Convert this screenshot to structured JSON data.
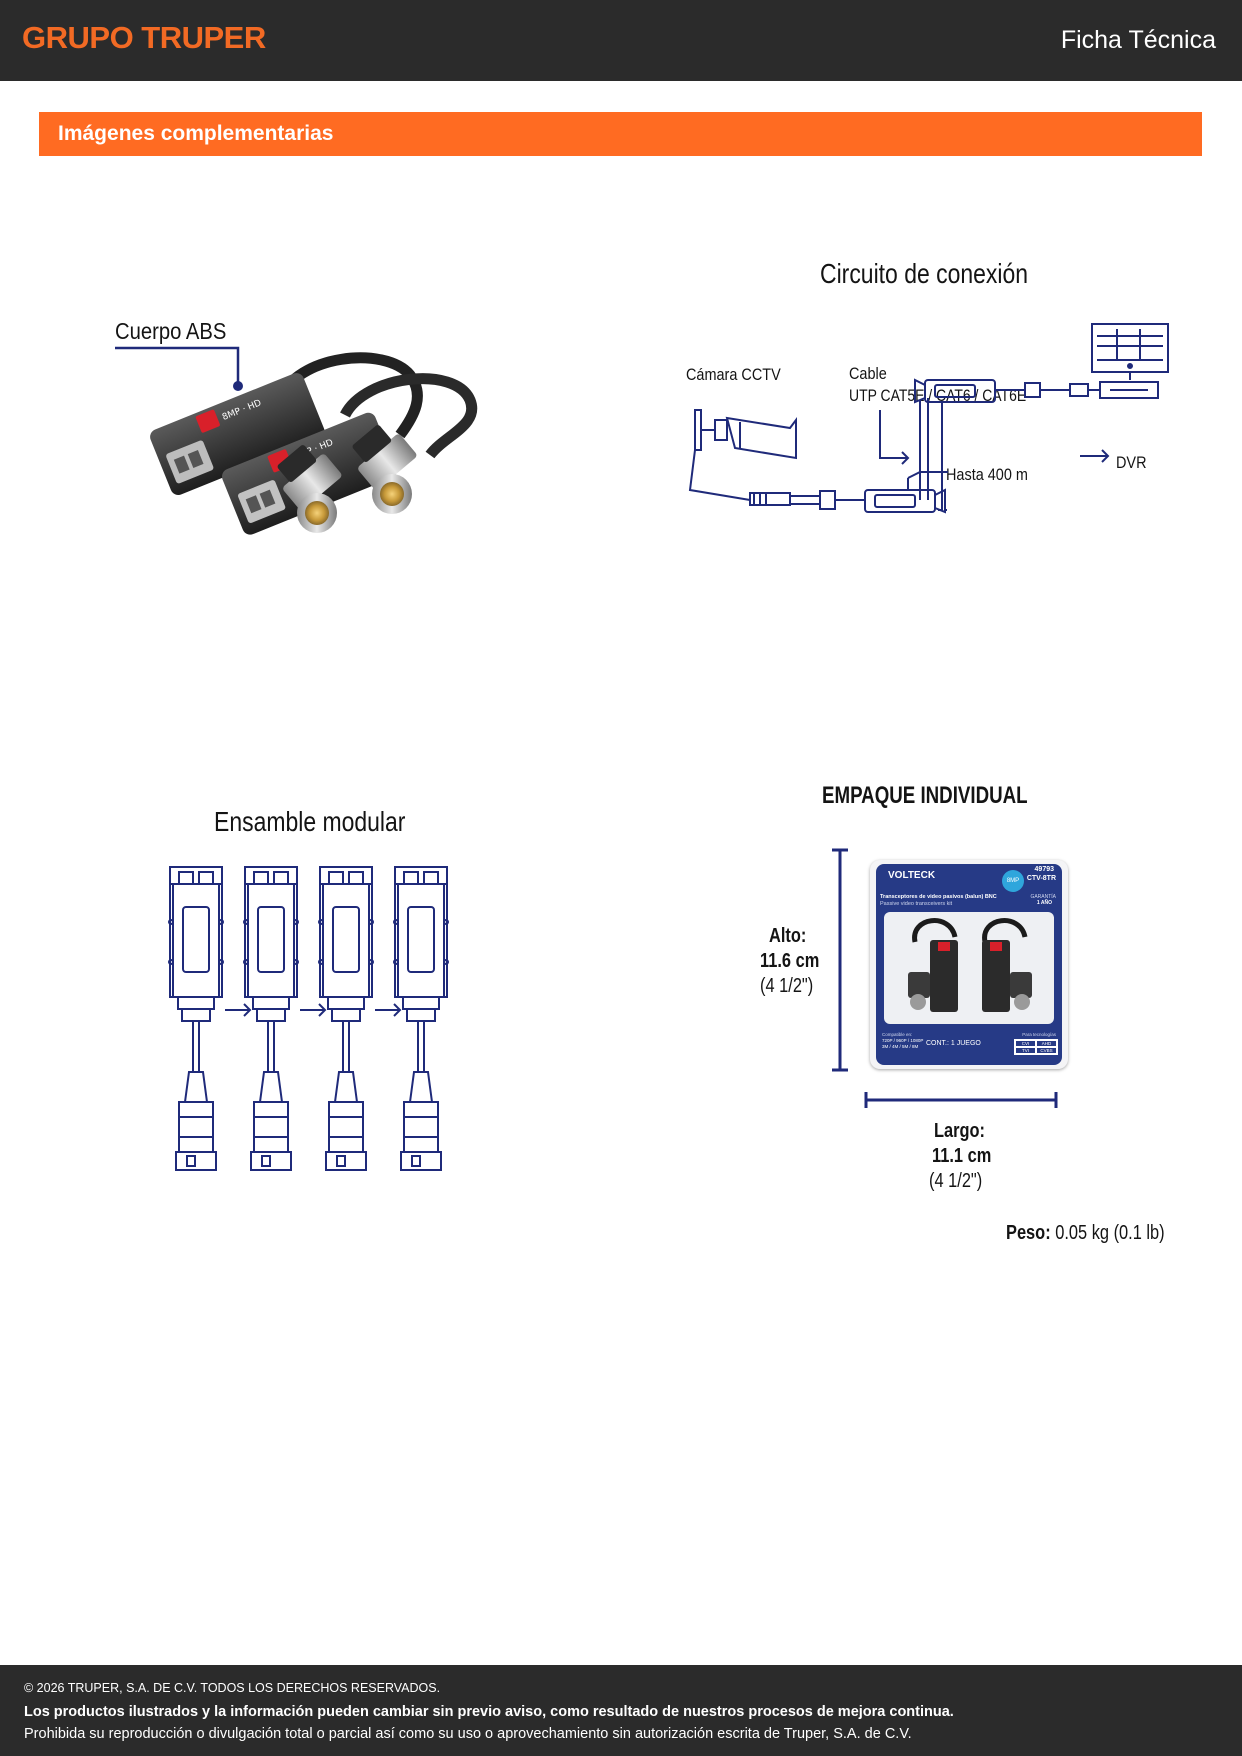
{
  "header": {
    "brand": "GRUPO TRUPER",
    "doc_type": "Ficha Técnica"
  },
  "section": {
    "title": "Imágenes complementarias"
  },
  "images": {
    "body_label": "Cuerpo ABS",
    "circuit": {
      "title": "Circuito de conexión",
      "camera_label": "Cámara CCTV",
      "cable_label_1": "Cable",
      "cable_label_2": "UTP CAT5E / CAT6 / CAT6E",
      "distance_label": "Hasta 400 m",
      "dvr_label": "DVR"
    },
    "modular": {
      "title": "Ensamble modular"
    },
    "package": {
      "title": "EMPAQUE INDIVIDUAL",
      "height_label": "Alto:",
      "height_cm": "11.6 cm",
      "height_in": "(4 1/2\")",
      "width_label": "Largo:",
      "width_cm": "11.1 cm",
      "width_in": "(4 1/2\")",
      "weight_label": "Peso:",
      "weight_value": "0.05 kg (0.1 lb)",
      "box": {
        "brand": "VOLTECK",
        "code": "49793",
        "model": "CTV-8TR",
        "badge": "8MP",
        "desc_es": "Transceptores de video pasivos (balun) BNC",
        "desc_en": "Passive video transceivers kit",
        "warranty": "GARANTÍA",
        "warranty_term": "1 AÑO",
        "contents": "CONT.: 1 JUEGO",
        "tech_label": "Para tecnologías",
        "tech": [
          "CVI",
          "AHD",
          "TVI",
          "CVBS"
        ],
        "compat_label": "Compatible en:",
        "compat": "720P / 960P / 1080P",
        "compat2": "3M / 4M / 5M / 8M"
      }
    }
  },
  "footer": {
    "copyright": "© 2026 TRUPER, S.A. DE C.V. TODOS LOS DERECHOS RESERVADOS.",
    "notice": "Los productos ilustrados y la información pueden cambiar sin previo aviso, como resultado de nuestros procesos de mejora continua.",
    "prohibition": "Prohibida su reproducción o divulgación total o parcial así como su uso o aprovechamiento sin autorización escrita de Truper, S.A. de C.V."
  },
  "colors": {
    "brand_orange": "#ff6b22",
    "header_dark": "#2b2b2b",
    "line_navy": "#1f2a7a"
  }
}
